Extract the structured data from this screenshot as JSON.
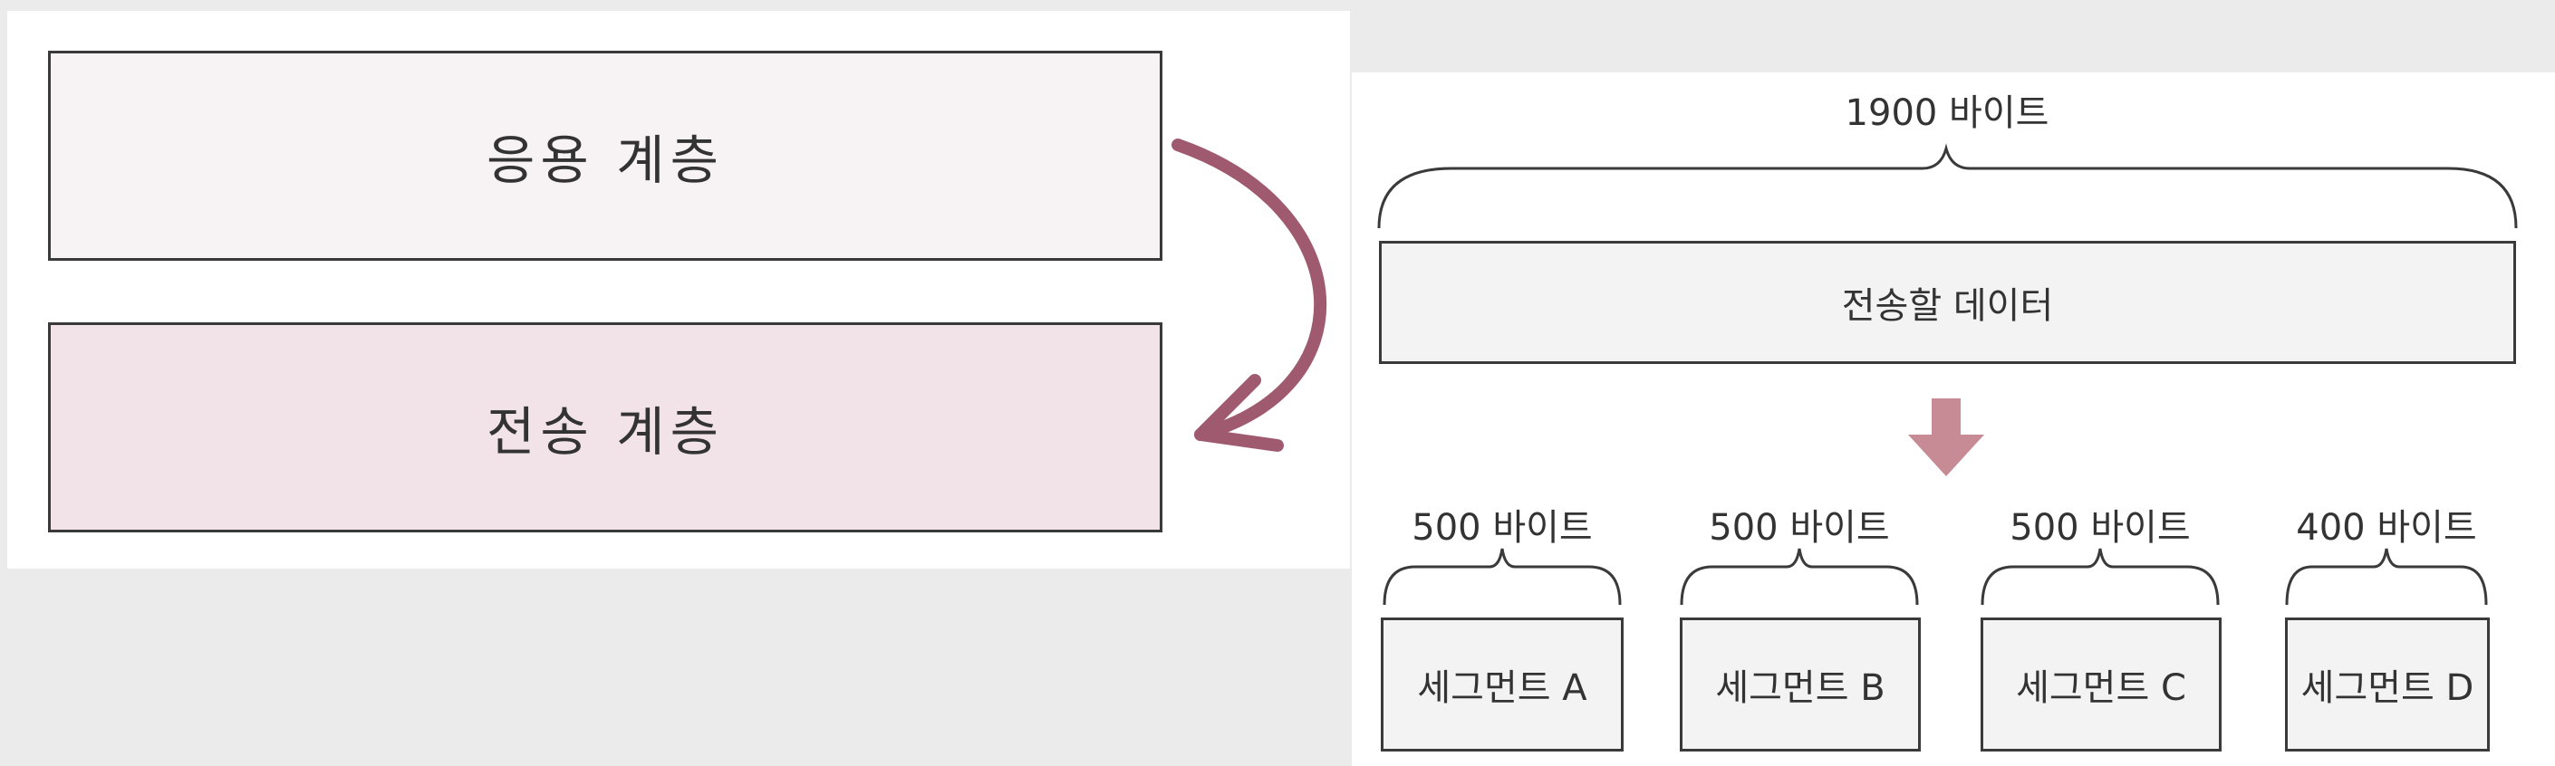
{
  "left": {
    "app_layer": "응용 계층",
    "transport_layer": "전송 계층",
    "arrow_color": "#a05a70"
  },
  "right": {
    "total_size": "1900 바이트",
    "data_label": "전송할 데이터",
    "arrow_color": "#c78b95",
    "segments": [
      {
        "size": "500 바이트",
        "label": "세그먼트 A"
      },
      {
        "size": "500 바이트",
        "label": "세그먼트 B"
      },
      {
        "size": "500 바이트",
        "label": "세그먼트 C"
      },
      {
        "size": "400 바이트",
        "label": "세그먼트 D"
      }
    ]
  }
}
